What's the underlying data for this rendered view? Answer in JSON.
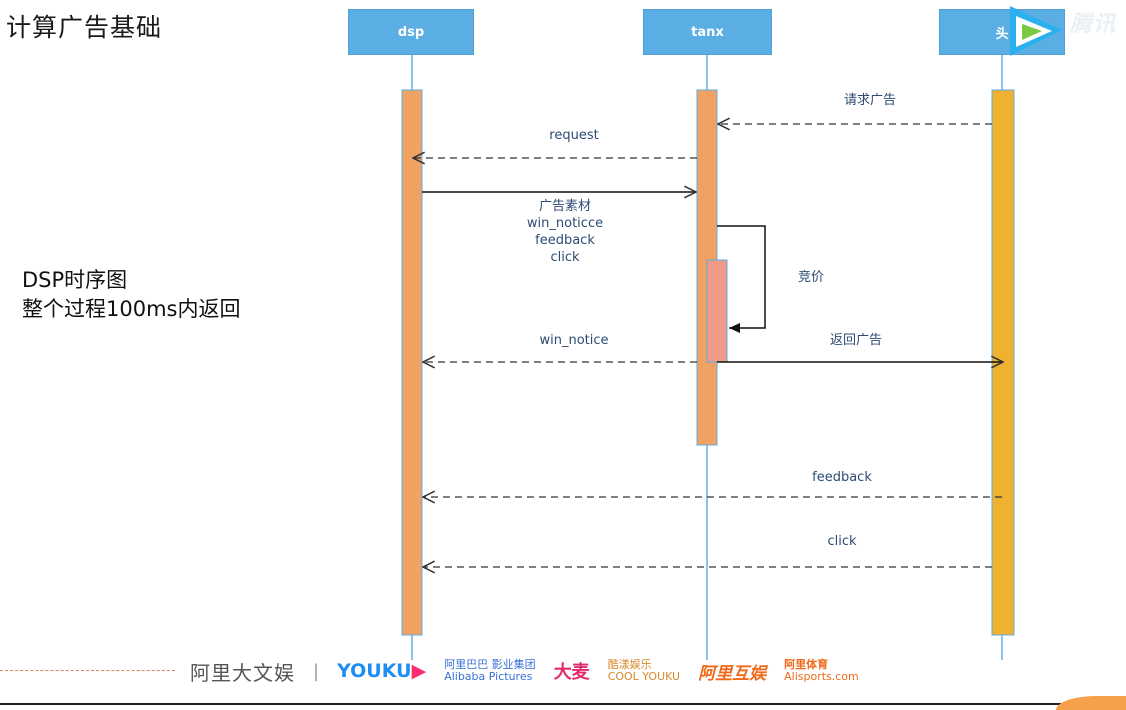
{
  "page": {
    "title": "计算广告基础",
    "note_lines": [
      "DSP时序图",
      "整个过程100ms内返回"
    ]
  },
  "lifelines": {
    "dsp": "dsp",
    "tanx": "tanx",
    "toutiao": "头"
  },
  "logo": {
    "brand": "腾讯"
  },
  "messages": {
    "m1": "请求广告",
    "m2": "request",
    "m3_lines": [
      "广告素材",
      "win_noticce",
      "feedback",
      "click"
    ],
    "m4": "竞价",
    "m5": "win_notice",
    "m6": "返回广告",
    "m7": "feedback",
    "m8": "click"
  },
  "footer": {
    "ali": "阿里大文娱",
    "sep": "|",
    "youku_main": "YOUKU",
    "youku_mark": "▶",
    "pictures_cn": "阿里巴巴 影业集团",
    "pictures_en": "Alibaba Pictures",
    "damai": "大麦",
    "coolyouku_cn": "酷漾娱乐",
    "coolyouku_en": "COOL YOUKU",
    "hyu": "阿里互娱",
    "sports_cn": "阿里体育",
    "sports_en": "Alisports.com"
  },
  "colors": {
    "activation_dsp": "#f0a262",
    "activation_toutiao": "#f0b030",
    "activation_bid": "#f09a8a",
    "header_blue": "#5aaee4"
  }
}
